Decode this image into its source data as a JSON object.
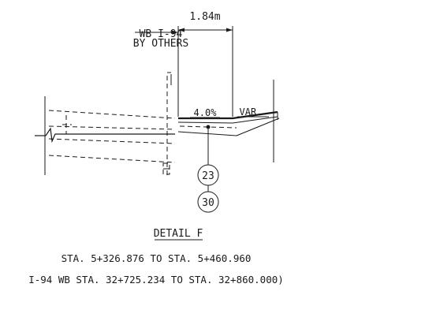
{
  "labels": {
    "wb_line1": "WB I-94",
    "wb_line2": "BY OTHERS",
    "dimension": "1.84m",
    "slope": "4.0%",
    "var": "VAR."
  },
  "callouts": [
    "23",
    "30"
  ],
  "detail": {
    "title": "DETAIL F",
    "station_line1": "STA. 5+326.876 TO STA. 5+460.960",
    "station_line2": "I-94 WB STA. 32+725.234 TO STA. 32+860.000)"
  }
}
